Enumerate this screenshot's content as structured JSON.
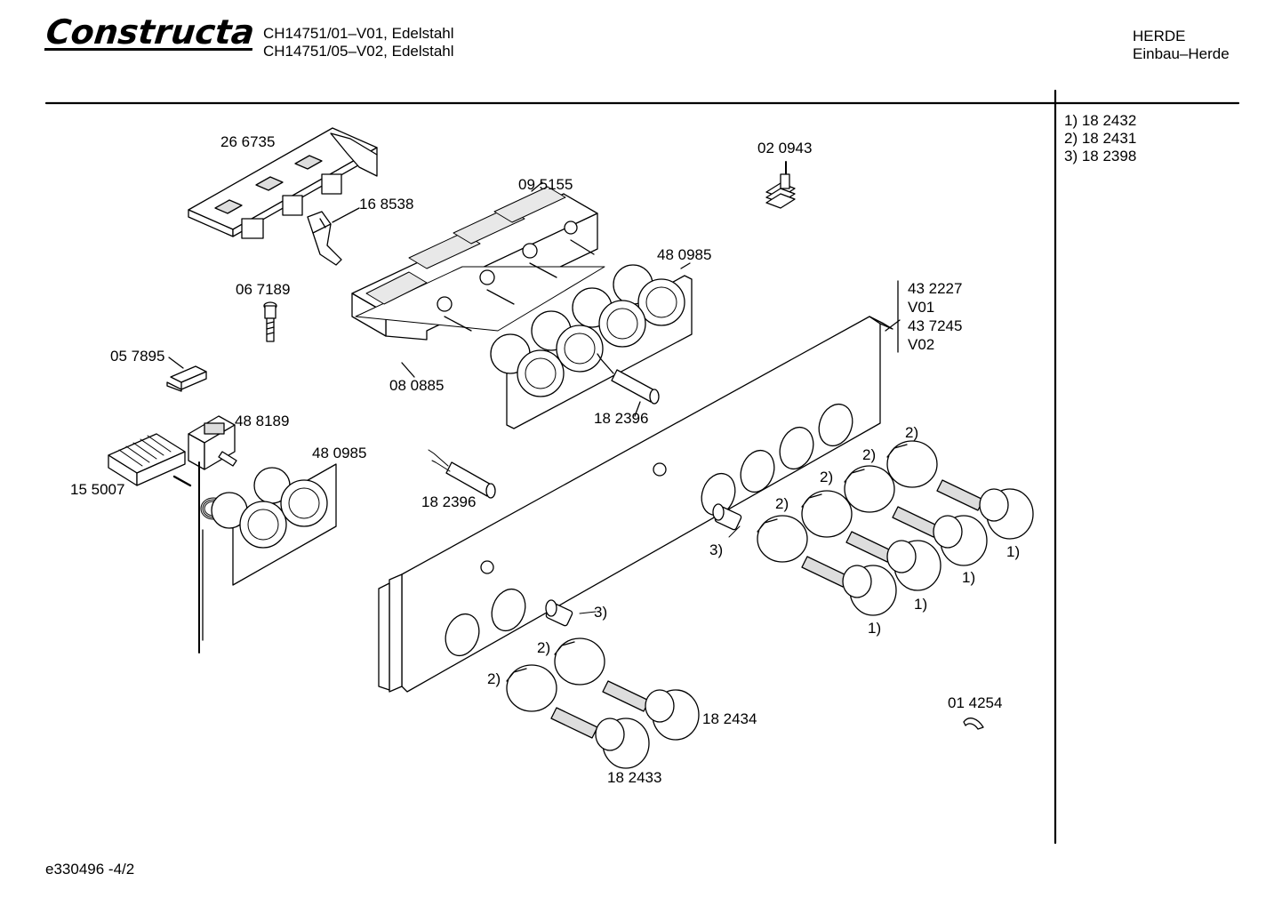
{
  "header": {
    "brand": "Constructa",
    "model_lines": [
      "CH14751/01–V01, Edelstahl",
      "CH14751/05–V02, Edelstahl"
    ],
    "category": "HERDE",
    "subcategory": "Einbau–Herde"
  },
  "legend": {
    "items": [
      "1)  18 2432",
      "2)  18 2431",
      "3)  18 2398"
    ]
  },
  "parts": {
    "p266735": "26 6735",
    "p168538": "16 8538",
    "p095155": "09 5155",
    "p020943": "02 0943",
    "p480985_top": "48 0985",
    "p067189": "06 7189",
    "p057895": "05 7895",
    "p080885": "08 0885",
    "p182396_a": "18 2396",
    "p488189": "48 8189",
    "p480985_left": "48 0985",
    "p155007": "15 5007",
    "p182396_b": "18 2396",
    "p432227": "43 2227",
    "v01": "V01",
    "p437245": "43 7245",
    "v02": "V02",
    "p182434": "18 2434",
    "p182433": "18 2433",
    "p014254": "01 4254"
  },
  "callouts": {
    "ref1": "1)",
    "ref2": "2)",
    "ref3": "3)"
  },
  "footer": {
    "doc_id": "e330496 -4/2"
  }
}
